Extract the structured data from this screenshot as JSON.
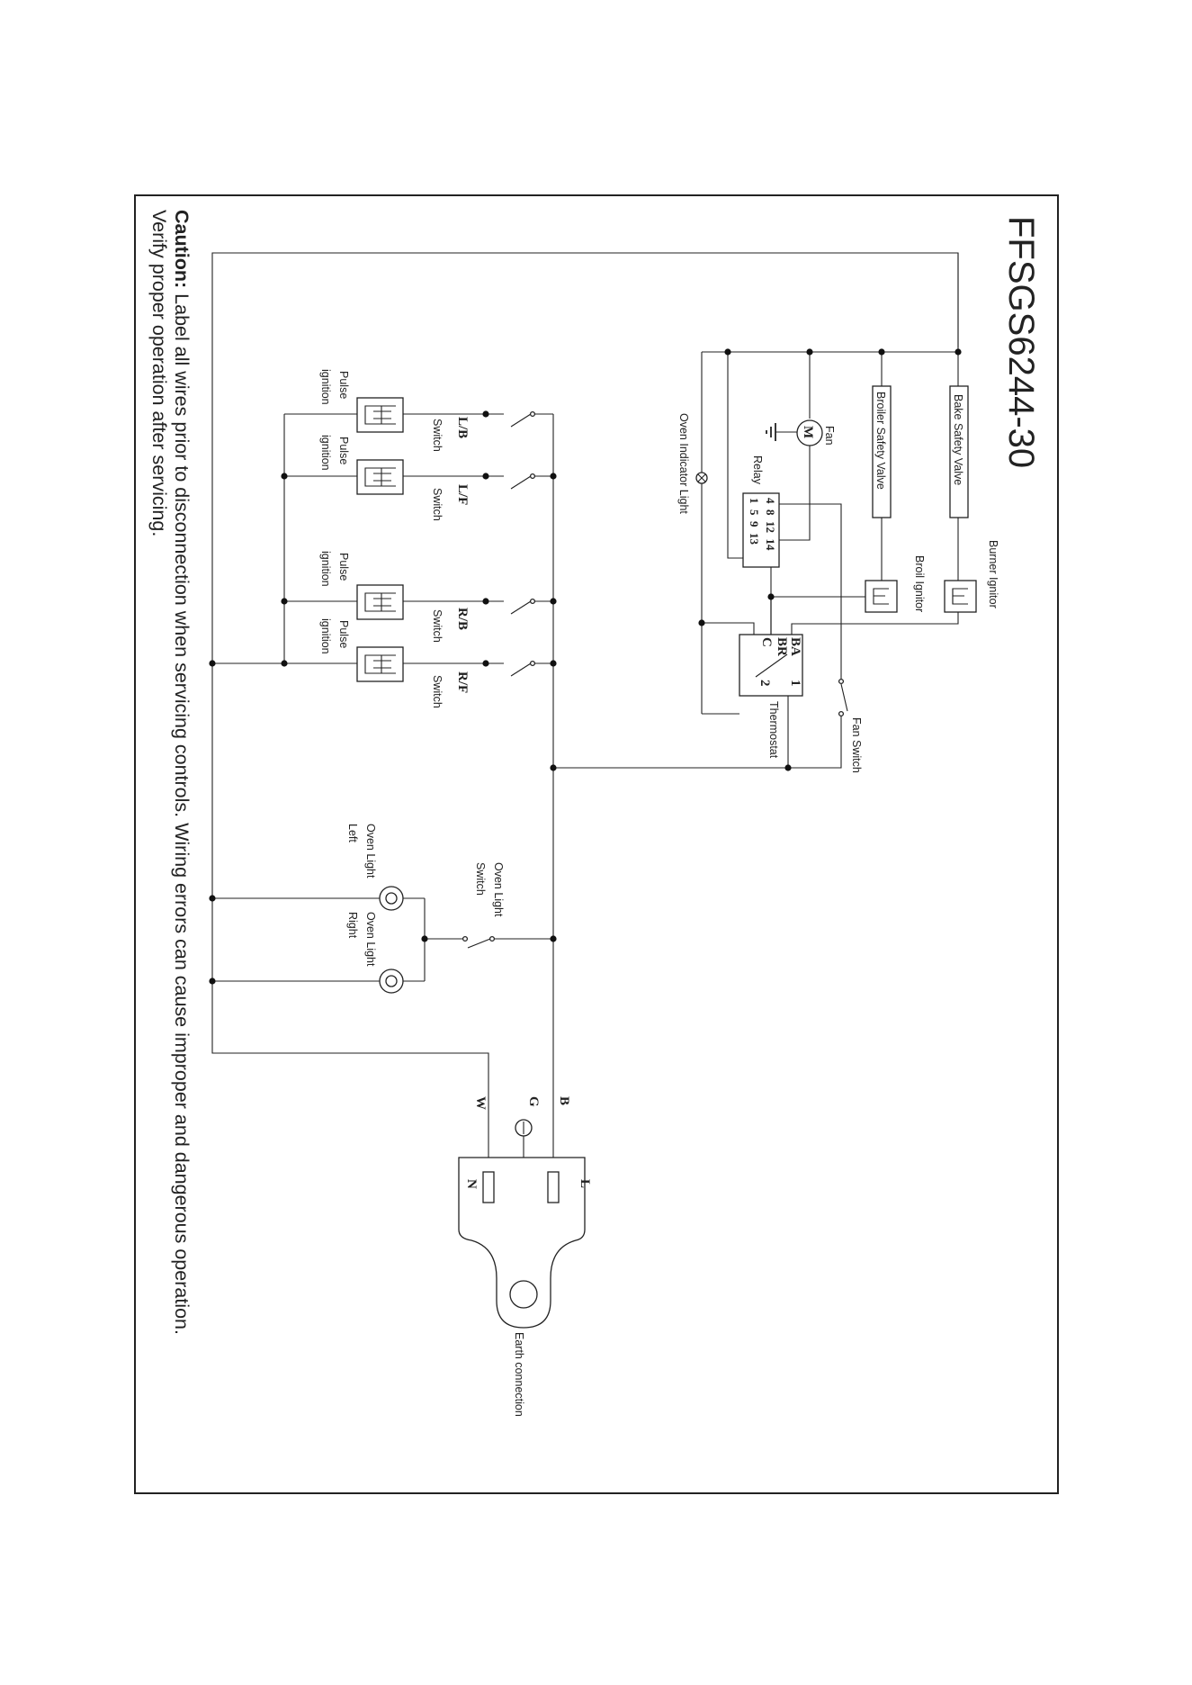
{
  "title": "FFSGS6244-30",
  "caution": {
    "label": "Caution:",
    "line1": " Label all wires prior to disconnection when servicing controls. Wiring errors can cause improper and dangerous operation.",
    "line2": "Verify proper operation after servicing."
  },
  "components": {
    "bake_safety_valve": "Bake Safety Valve",
    "broiler_safety_valve": "Broiler Safety Valve",
    "burner_ignitor": "Burner Ignitor",
    "broil_ignitor": "Broil Ignitor",
    "fan": "Fan",
    "fan_motor_symbol": "M",
    "relay": "Relay",
    "oven_indicator_light": "Oven Indicator Light",
    "thermostat": "Thermostat",
    "fan_switch": "Fan Switch",
    "oven_light_switch_line1": "Oven Light",
    "oven_light_switch_line2": "Switch",
    "oven_light_left_line1": "Oven Light",
    "oven_light_left_line2": "Left",
    "oven_light_right_line1": "Oven Light",
    "oven_light_right_line2": "Right",
    "earth_connection": "Earth connection"
  },
  "relay_terminals": {
    "row1": "4  8  12  14",
    "row2": "1  5  9  13"
  },
  "thermostat_terminals": {
    "ba": "BA",
    "br": "BR",
    "c": "C",
    "t1": "1",
    "t2": "2"
  },
  "burner_switches": [
    {
      "id": "lb",
      "code": "L/B",
      "switch_label": "Switch",
      "ignition_line1": "Pulse",
      "ignition_line2": "ignition"
    },
    {
      "id": "lf",
      "code": "L/F",
      "switch_label": "Switch",
      "ignition_line1": "Pulse",
      "ignition_line2": "ignition"
    },
    {
      "id": "rb",
      "code": "R/B",
      "switch_label": "Switch",
      "ignition_line1": "Pulse",
      "ignition_line2": "ignition"
    },
    {
      "id": "rf",
      "code": "R/F",
      "switch_label": "Switch",
      "ignition_line1": "Pulse",
      "ignition_line2": "ignition"
    }
  ],
  "plug": {
    "lead_b": "B",
    "lead_g": "G",
    "lead_w": "W",
    "pin_l": "L",
    "pin_n": "N"
  },
  "colors": {
    "wire": "#222222",
    "frame": "#222222",
    "background": "#ffffff"
  }
}
